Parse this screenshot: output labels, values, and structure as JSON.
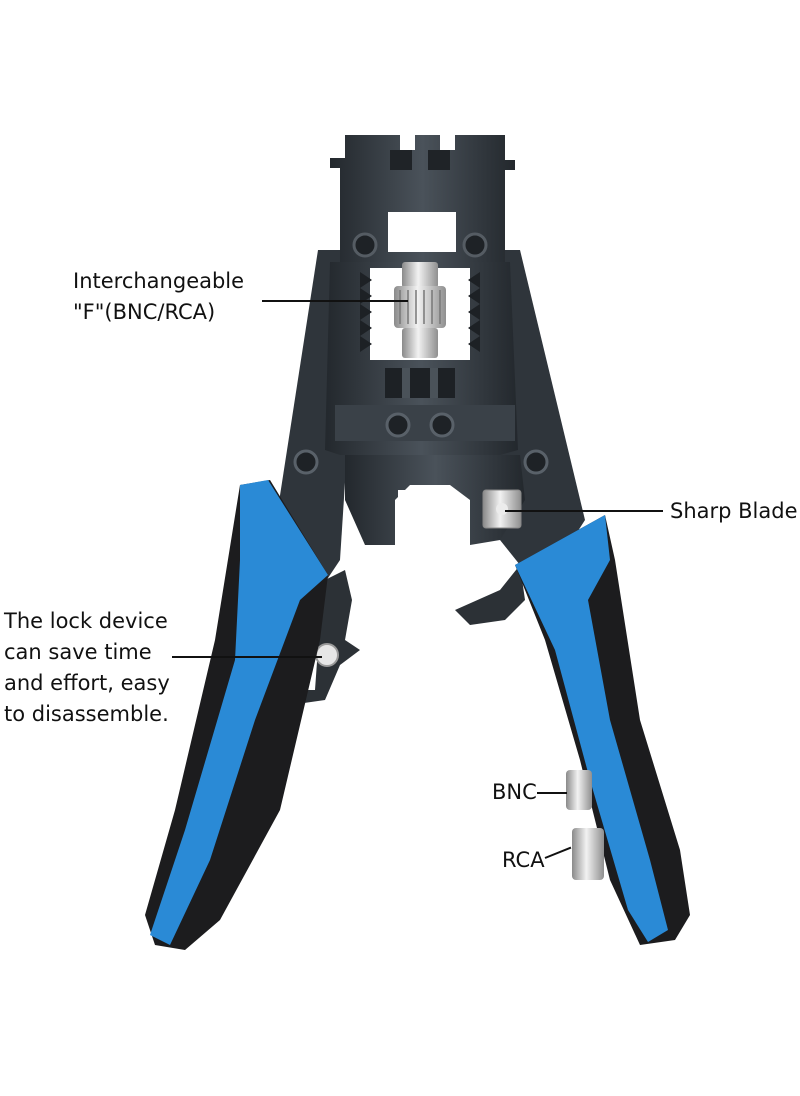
{
  "callouts": {
    "interchangeable": [
      "Interchangeable",
      "\"F\"(BNC/RCA)"
    ],
    "sharp_blade": "Sharp Blade",
    "lock_device": [
      "The lock device",
      "can save time",
      "and effort, easy",
      "to disassemble."
    ],
    "bnc": "BNC",
    "rca": "RCA"
  },
  "colors": {
    "handle_blue": "#2a8ad6",
    "handle_black": "#1c1c1e",
    "steel_dark": "#2d3238",
    "steel_mid": "#3c434a",
    "silver": "#c9c9c9"
  }
}
